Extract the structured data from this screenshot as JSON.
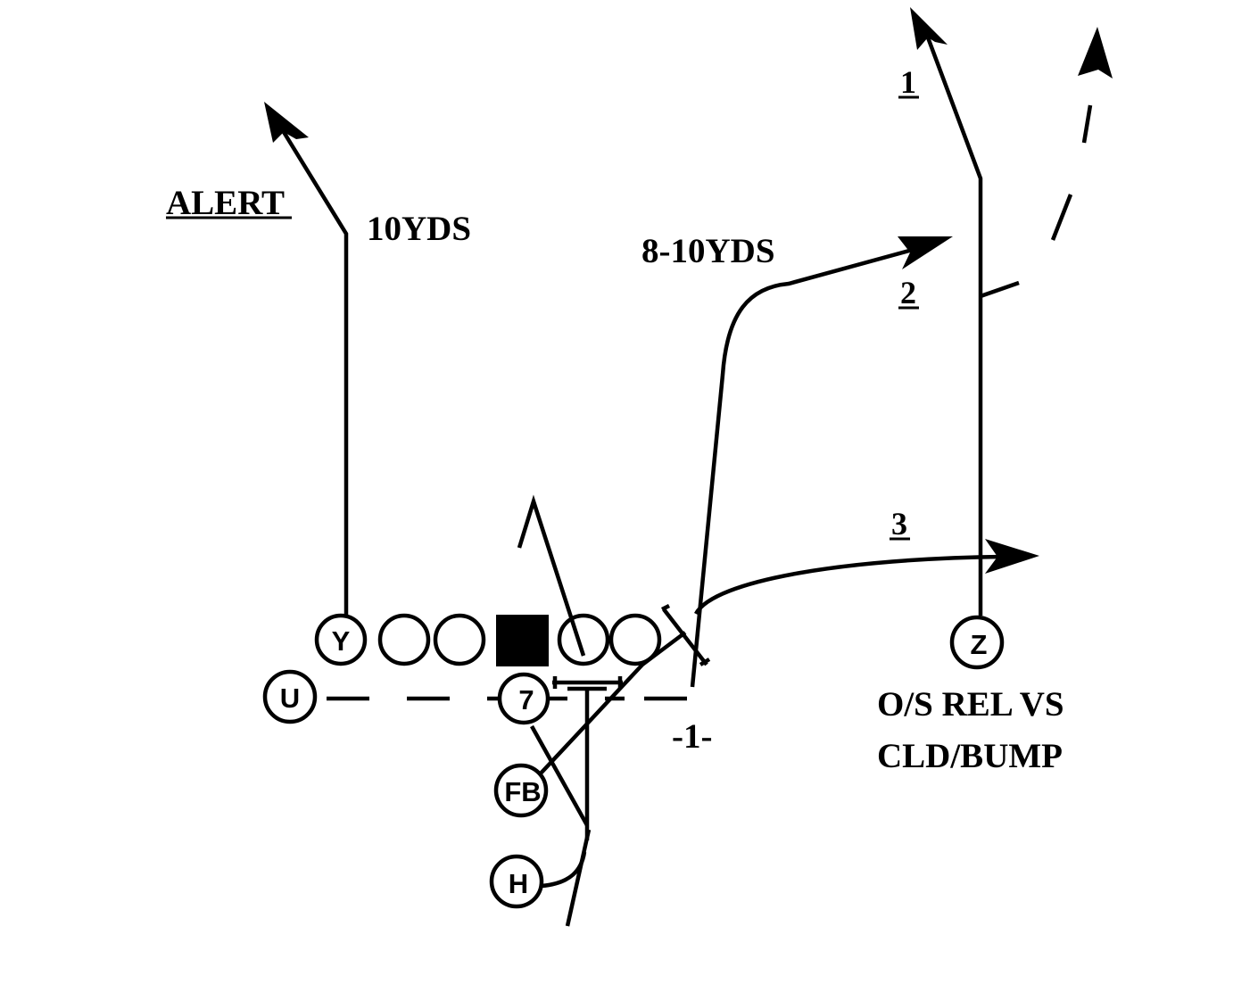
{
  "labels": {
    "alert": "ALERT",
    "y_depth": "10YDS",
    "dig_depth": "8-10YDS",
    "read_1": "1",
    "read_2": "2",
    "read_3": "3",
    "qb_depth": "-1-",
    "z_rule_line1": "O/S REL VS",
    "z_rule_line2": "CLD/BUMP"
  },
  "players": {
    "y": "Y",
    "u": "U",
    "qb": "7",
    "fb": "FB",
    "h": "H",
    "z": "Z"
  },
  "colors": {
    "ink": "#000000",
    "background": "#ffffff"
  }
}
